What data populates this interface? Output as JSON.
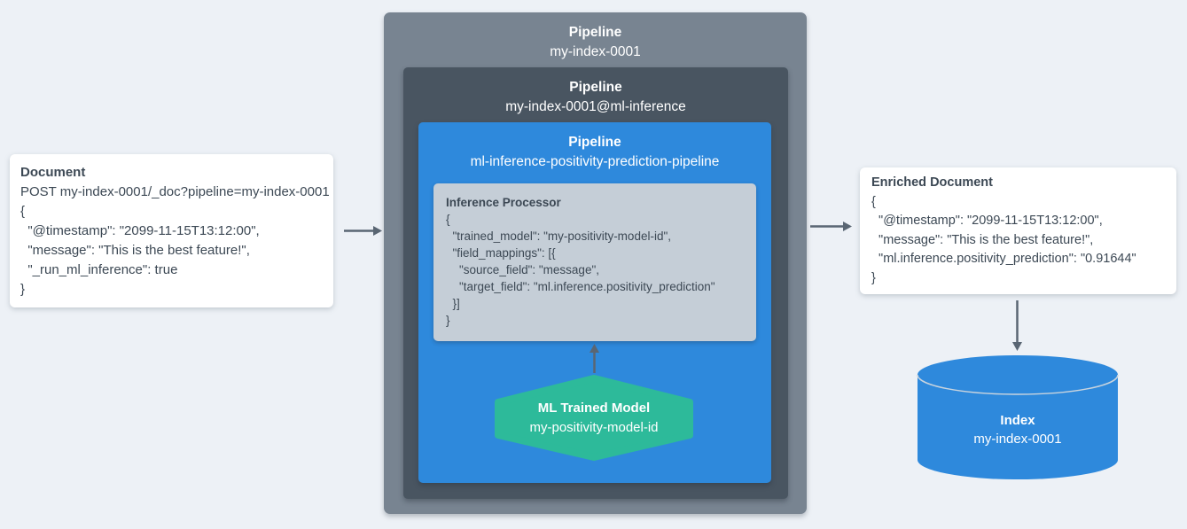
{
  "document_card": {
    "title": "Document",
    "lines": [
      "POST my-index-0001/_doc?pipeline=my-index-0001",
      "{",
      "  \"@timestamp\": \"2099-11-15T13:12:00\",",
      "  \"message\": \"This is the best feature!\",",
      "  \"_run_ml_inference\": true",
      "}"
    ]
  },
  "pipelines": {
    "outer": {
      "label": "Pipeline",
      "name": "my-index-0001"
    },
    "ml_inference": {
      "label": "Pipeline",
      "name": "my-index-0001@ml-inference"
    },
    "inner": {
      "label": "Pipeline",
      "name": "ml-inference-positivity-prediction-pipeline"
    }
  },
  "inference_processor": {
    "title": "Inference Processor",
    "lines": [
      "{",
      "  \"trained_model\": \"my-positivity-model-id\",",
      "  \"field_mappings\": [{",
      "    \"source_field\": \"message\",",
      "    \"target_field\": \"ml.inference.positivity_prediction\"",
      "  }]",
      "}"
    ]
  },
  "ml_trained_model": {
    "title": "ML Trained Model",
    "name": "my-positivity-model-id"
  },
  "enriched_document": {
    "title": "Enriched Document",
    "lines": [
      "{",
      "  \"@timestamp\": \"2099-11-15T13:12:00\",",
      "  \"message\": \"This is the best feature!\",",
      "  \"ml.inference.positivity_prediction\": \"0.91644\"",
      "}"
    ]
  },
  "index": {
    "title": "Index",
    "name": "my-index-0001"
  },
  "colors": {
    "background": "#edf1f6",
    "card_bg": "#ffffff",
    "text_dark": "#3c4854",
    "pipeline_outer_bg": "#788491",
    "pipeline_mid_bg": "#495561",
    "pipeline_inner_bg": "#2e89dc",
    "processor_bg": "#c5ced7",
    "model_hexagon_bg": "#2dba9a",
    "index_cylinder_bg": "#2e89dc",
    "cylinder_rim": "#c9d4de",
    "arrow": "#5a6673",
    "white_text": "#ffffff"
  }
}
